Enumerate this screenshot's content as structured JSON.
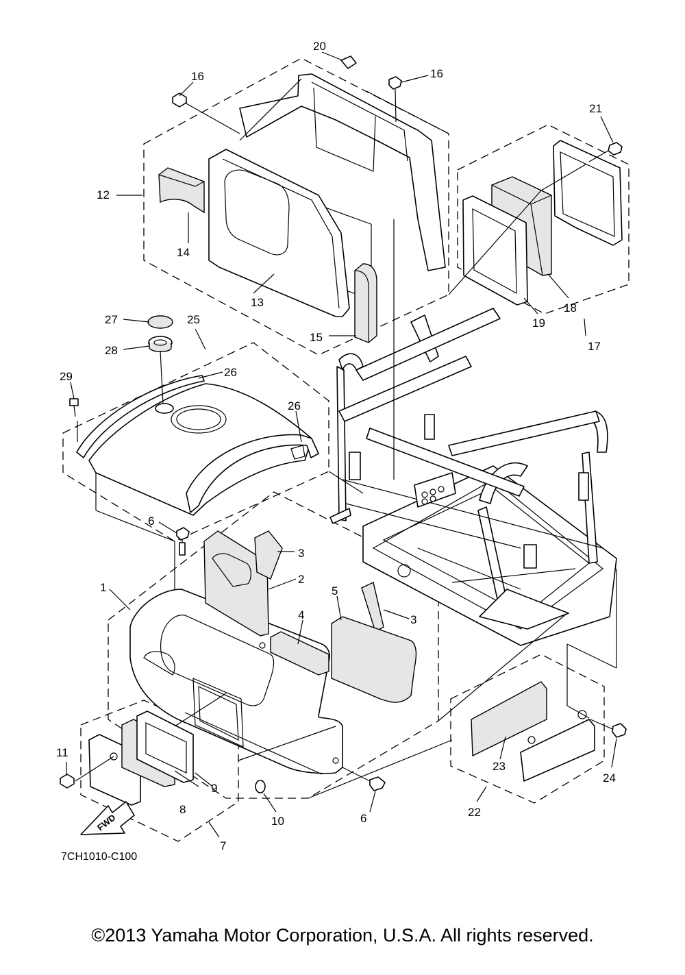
{
  "diagram": {
    "callouts": [
      "1",
      "2",
      "3",
      "3",
      "4",
      "5",
      "6",
      "6",
      "7",
      "8",
      "9",
      "10",
      "11",
      "12",
      "13",
      "14",
      "15",
      "16",
      "16",
      "17",
      "18",
      "19",
      "20",
      "21",
      "22",
      "23",
      "24",
      "25",
      "26",
      "26",
      "27",
      "28",
      "29"
    ],
    "part_code": "7CH1010-C100",
    "fwd_label": "FWD"
  },
  "footer": {
    "copyright": "©2013 Yamaha Motor Corporation, U.S.A. All rights reserved."
  }
}
